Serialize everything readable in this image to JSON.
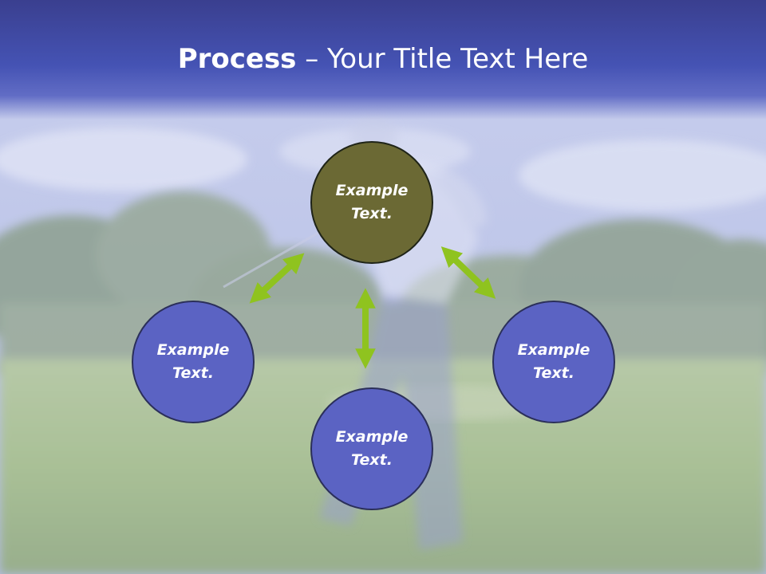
{
  "title": {
    "bold": "Process",
    "rest": " – Your Title Text Here"
  },
  "nodes": {
    "top": "Example\nText.",
    "left": "Example\nText.",
    "right": "Example\nText.",
    "bottom": "Example\nText."
  },
  "colors": {
    "title_band": "#4553b4",
    "center_node": "#6b6934",
    "satellite_node": "#5b63c3",
    "arrow": "#8fc31f"
  }
}
